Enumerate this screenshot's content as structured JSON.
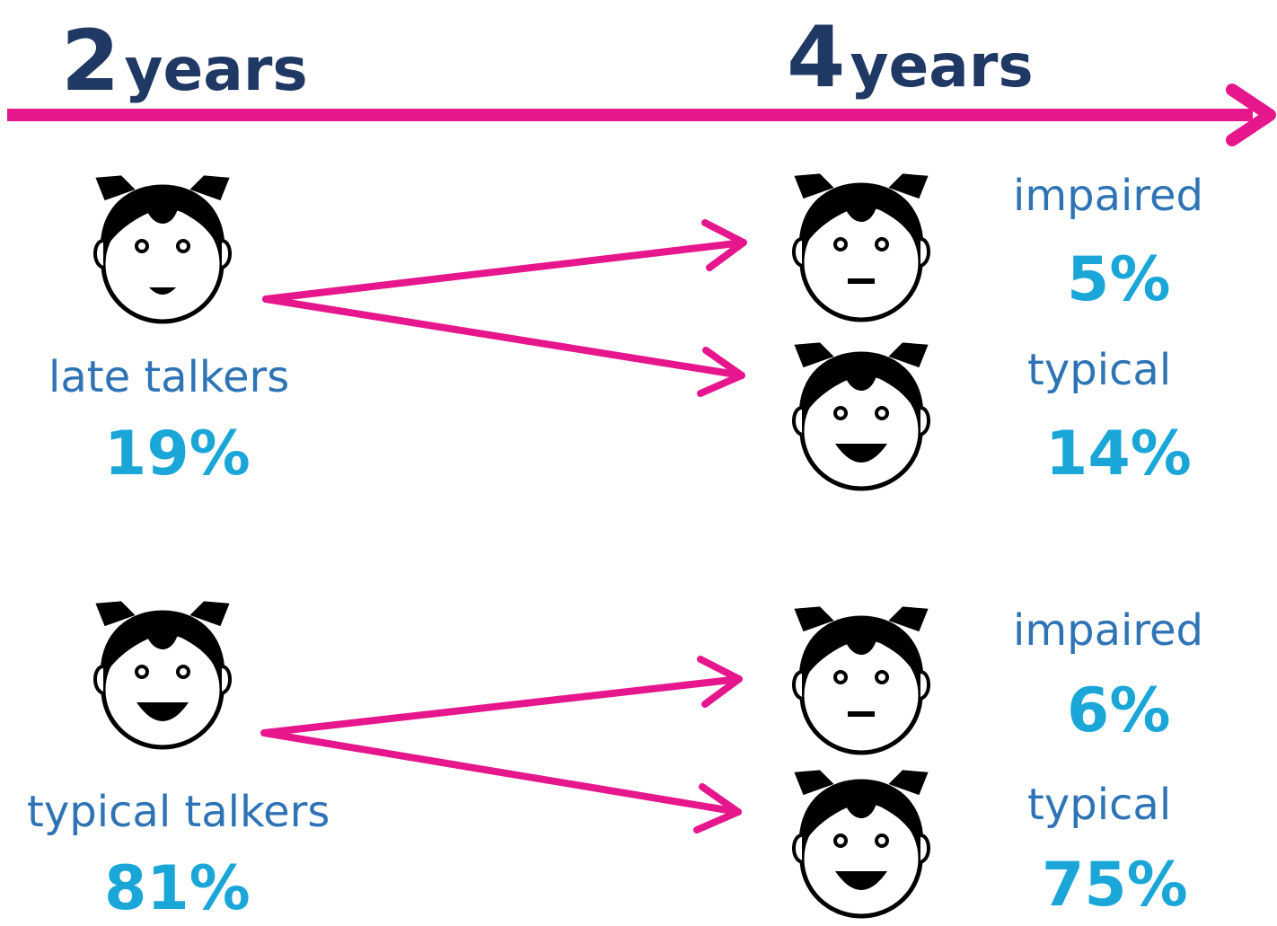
{
  "timeline": {
    "start_number": "2",
    "start_unit": "years",
    "end_number": "4",
    "end_unit": "years"
  },
  "colors": {
    "heading": "#1f3864",
    "accent_arrow": "#e6168c",
    "label": "#2e74b5",
    "percent": "#1aa7d8"
  },
  "groups": [
    {
      "label": "late talkers",
      "percent": "19%",
      "face": "small-smile",
      "outcomes": [
        {
          "label": "impaired",
          "percent": "5%",
          "face": "neutral"
        },
        {
          "label": "typical",
          "percent": "14%",
          "face": "big-smile"
        }
      ]
    },
    {
      "label": "typical talkers",
      "percent": "81%",
      "face": "big-smile",
      "outcomes": [
        {
          "label": "impaired",
          "percent": "6%",
          "face": "neutral"
        },
        {
          "label": "typical",
          "percent": "75%",
          "face": "big-smile"
        }
      ]
    }
  ]
}
